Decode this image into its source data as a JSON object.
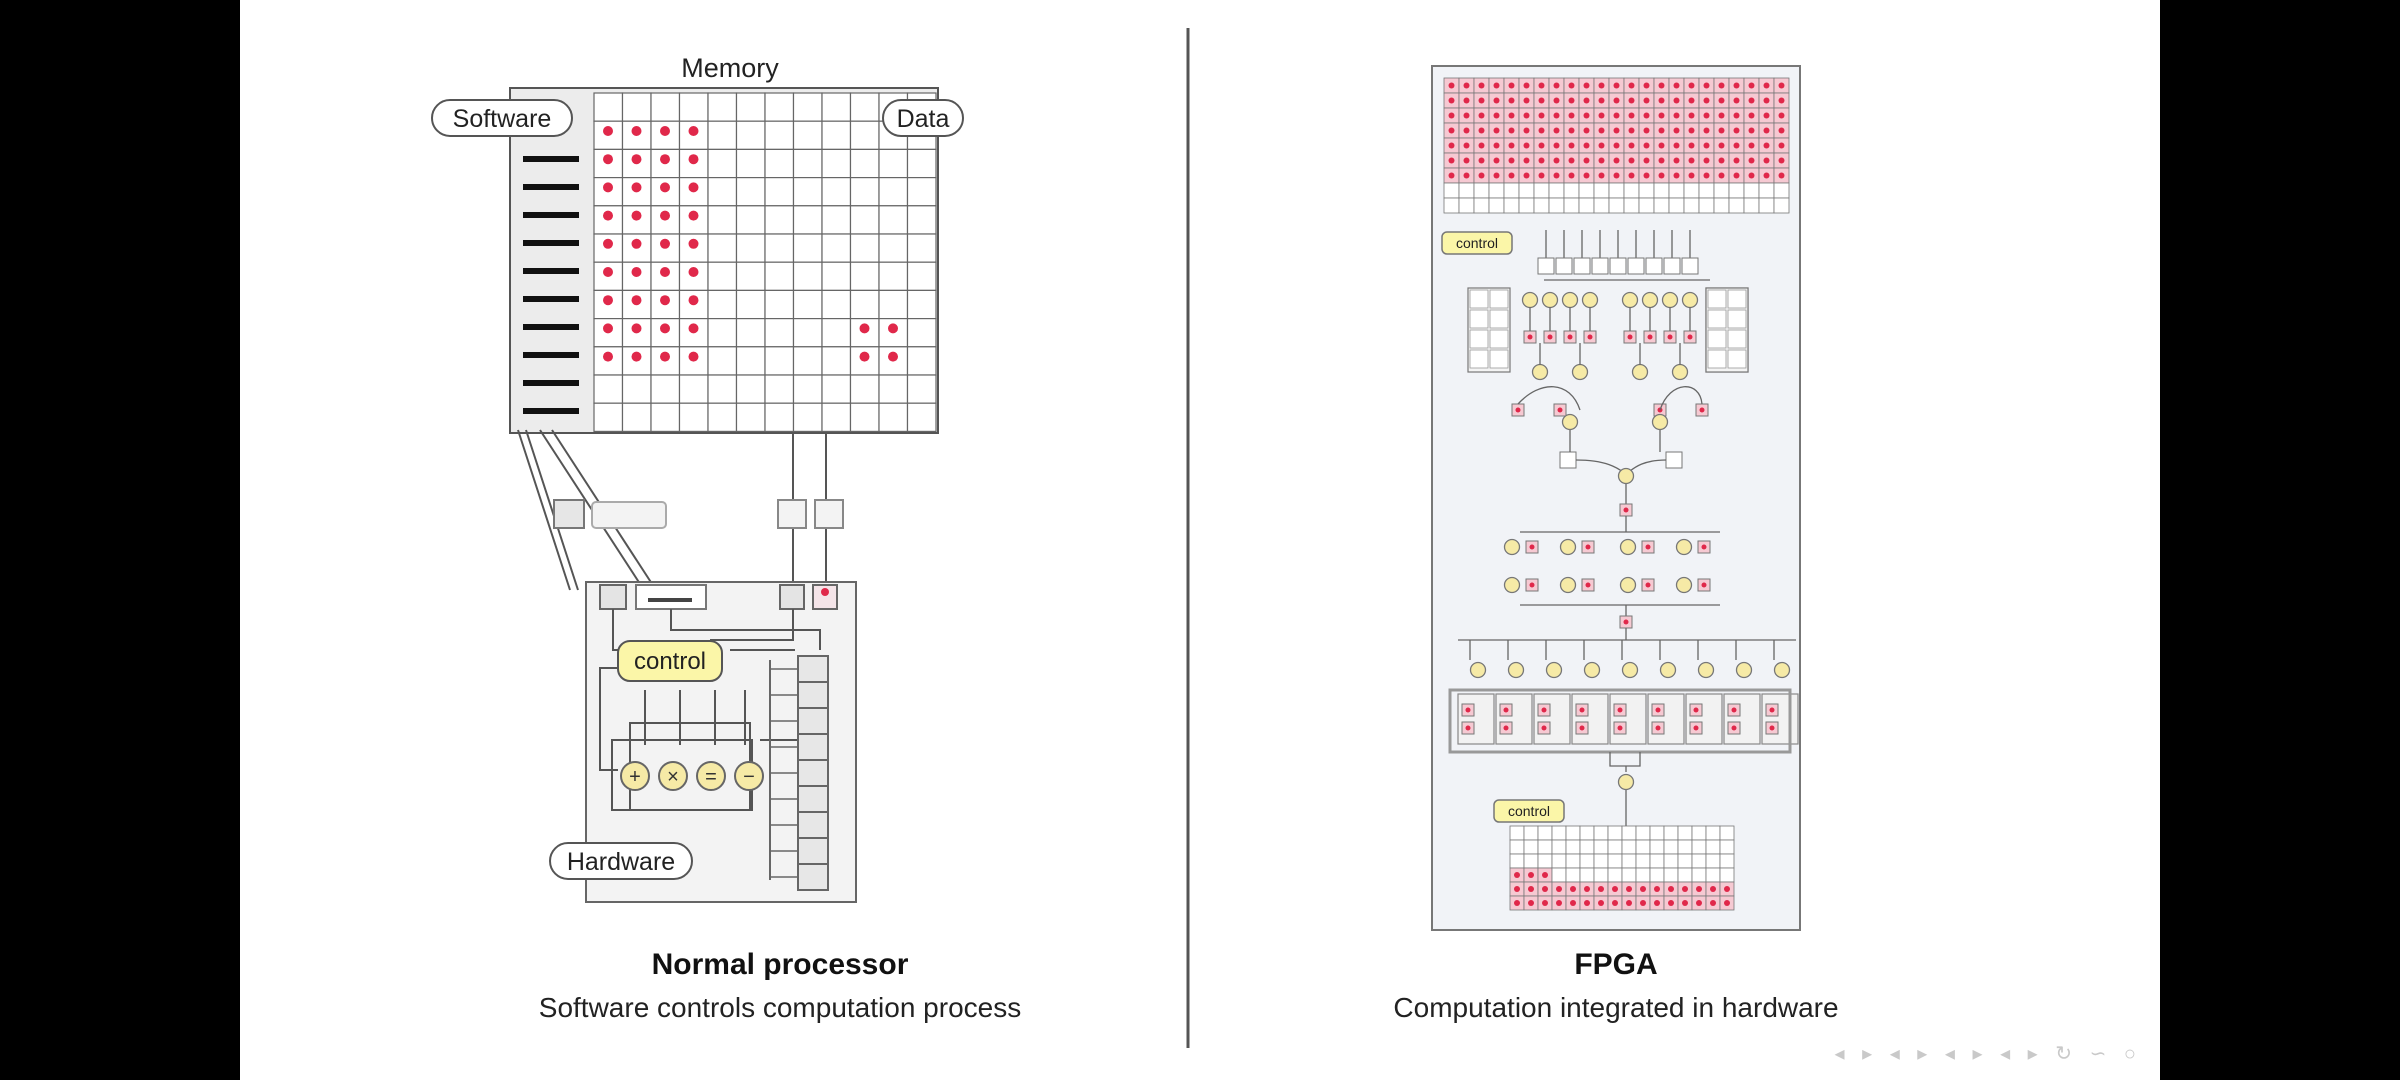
{
  "left": {
    "memory_label": "Memory",
    "software_label": "Software",
    "data_label": "Data",
    "control_label": "control",
    "hardware_label": "Hardware",
    "ops": [
      "+",
      "×",
      "=",
      "−"
    ],
    "title": "Normal processor",
    "subtitle": "Software controls computation process"
  },
  "right": {
    "control_top_label": "control",
    "control_bottom_label": "control",
    "title": "FPGA",
    "subtitle": "Computation integrated in hardware"
  },
  "colors": {
    "accent_red": "#e0284a",
    "control_fill": "#fbf6a8",
    "op_fill": "#f6eaa6",
    "panel_fill": "#f1f1f1"
  }
}
